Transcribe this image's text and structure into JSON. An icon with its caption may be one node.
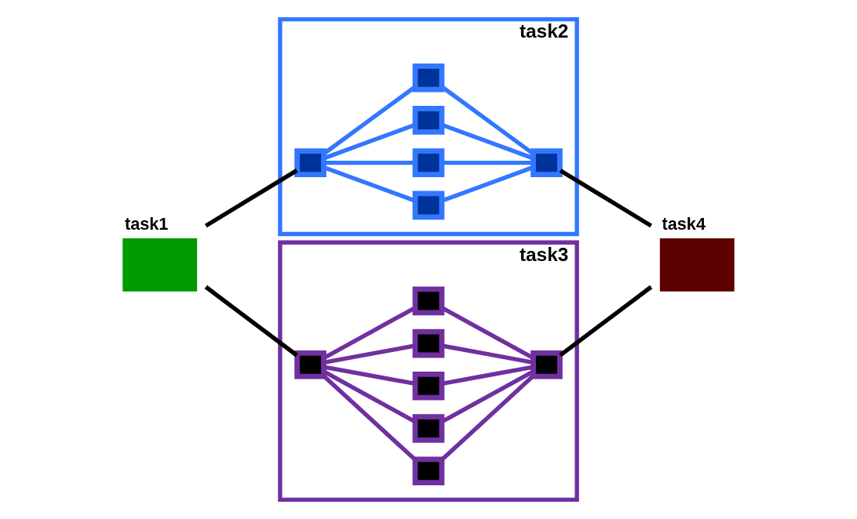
{
  "diagram": {
    "nodes": [
      {
        "text": [
          "task1"
        ]
      },
      {
        "text": [
          "task2"
        ]
      },
      {
        "text": [],
        "shape": "box",
        "in": 1
      },
      {
        "text": [],
        "shape": "box",
        "in": 1
      },
      {
        "text": [],
        "shape": "box",
        "in": 1
      },
      {
        "text": [],
        "shape": "box",
        "in": 1
      },
      {
        "text": [],
        "shape": "box",
        "in": 1
      },
      {
        "text": [],
        "shape": "box",
        "in": 1
      },
      {
        "text": [
          "task3"
        ]
      },
      {
        "text": [],
        "shape": "box",
        "in": 8
      },
      {
        "text": [],
        "shape": "box",
        "in": 8
      },
      {
        "text": [],
        "shape": "box",
        "in": 8
      },
      {
        "text": [],
        "shape": "box",
        "in": 8
      },
      {
        "text": [],
        "shape": "box",
        "in": 8
      },
      {
        "text": [],
        "shape": "box",
        "in": 8
      },
      {
        "text": [],
        "shape": "box",
        "in": 8
      },
      {
        "text": [
          "task4"
        ]
      }
    ],
    "edges": [
      {
        "from": 0,
        "to": 2,
        "arrow": "none",
        "color": "#000000"
      },
      {
        "from": 2,
        "to": 3,
        "arrow": "none",
        "color": "#3377ff"
      },
      {
        "from": 2,
        "to": 4,
        "arrow": "none",
        "color": "#3377ff"
      },
      {
        "from": 2,
        "to": 5,
        "arrow": "none",
        "color": "#3377ff"
      },
      {
        "from": 2,
        "to": 6,
        "arrow": "none",
        "color": "#3377ff"
      },
      {
        "from": 3,
        "to": 7,
        "arrow": "none",
        "color": "#3377ff"
      },
      {
        "from": 4,
        "to": 7,
        "arrow": "none",
        "color": "#3377ff"
      },
      {
        "from": 5,
        "to": 7,
        "arrow": "none",
        "color": "#3377ff"
      },
      {
        "from": 6,
        "to": 7,
        "arrow": "none",
        "color": "#3377ff"
      },
      {
        "from": 7,
        "to": 16,
        "arrow": "none",
        "color": "#000000"
      },
      {
        "from": 0,
        "to": 9,
        "arrow": "none",
        "color": "#000000"
      },
      {
        "from": 9,
        "to": 10,
        "arrow": "none",
        "color": "#7030a0"
      },
      {
        "from": 9,
        "to": 11,
        "arrow": "none",
        "color": "#7030a0"
      },
      {
        "from": 9,
        "to": 12,
        "arrow": "none",
        "color": "#7030a0"
      },
      {
        "from": 9,
        "to": 13,
        "arrow": "none",
        "color": "#7030a0"
      },
      {
        "from": 9,
        "to": 14,
        "arrow": "none",
        "color": "#7030a0"
      },
      {
        "from": 10,
        "to": 15,
        "arrow": "none",
        "color": "#7030a0"
      },
      {
        "from": 11,
        "to": 15,
        "arrow": "none",
        "color": "#7030a0"
      },
      {
        "from": 12,
        "to": 15,
        "arrow": "none",
        "color": "#7030a0"
      },
      {
        "from": 13,
        "to": 15,
        "arrow": "none",
        "color": "#7030a0"
      },
      {
        "from": 14,
        "to": 15,
        "arrow": "none",
        "color": "#7030a0"
      },
      {
        "from": 15,
        "to": 16,
        "arrow": "none",
        "color": "#000000"
      }
    ]
  }
}
